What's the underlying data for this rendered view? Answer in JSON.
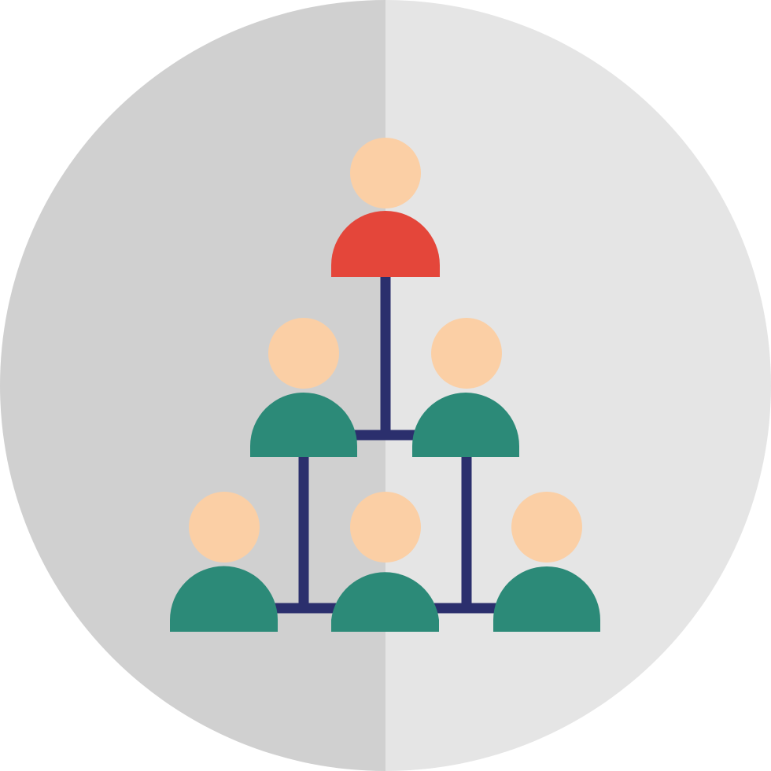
{
  "icon": {
    "name": "team-hierarchy-icon",
    "colors": {
      "background_left": "#d0d0d0",
      "background_right": "#e5e5e5",
      "skin": "#fbcfa5",
      "leader_body": "#e4463a",
      "member_body": "#2c8a78",
      "connector": "#2b2f6d"
    },
    "people": [
      {
        "name": "leader-person-icon",
        "role": "leader"
      },
      {
        "name": "manager-left-person-icon",
        "role": "member"
      },
      {
        "name": "manager-right-person-icon",
        "role": "member"
      },
      {
        "name": "staff-left-person-icon",
        "role": "member"
      },
      {
        "name": "staff-center-person-icon",
        "role": "member"
      },
      {
        "name": "staff-right-person-icon",
        "role": "member"
      }
    ]
  }
}
